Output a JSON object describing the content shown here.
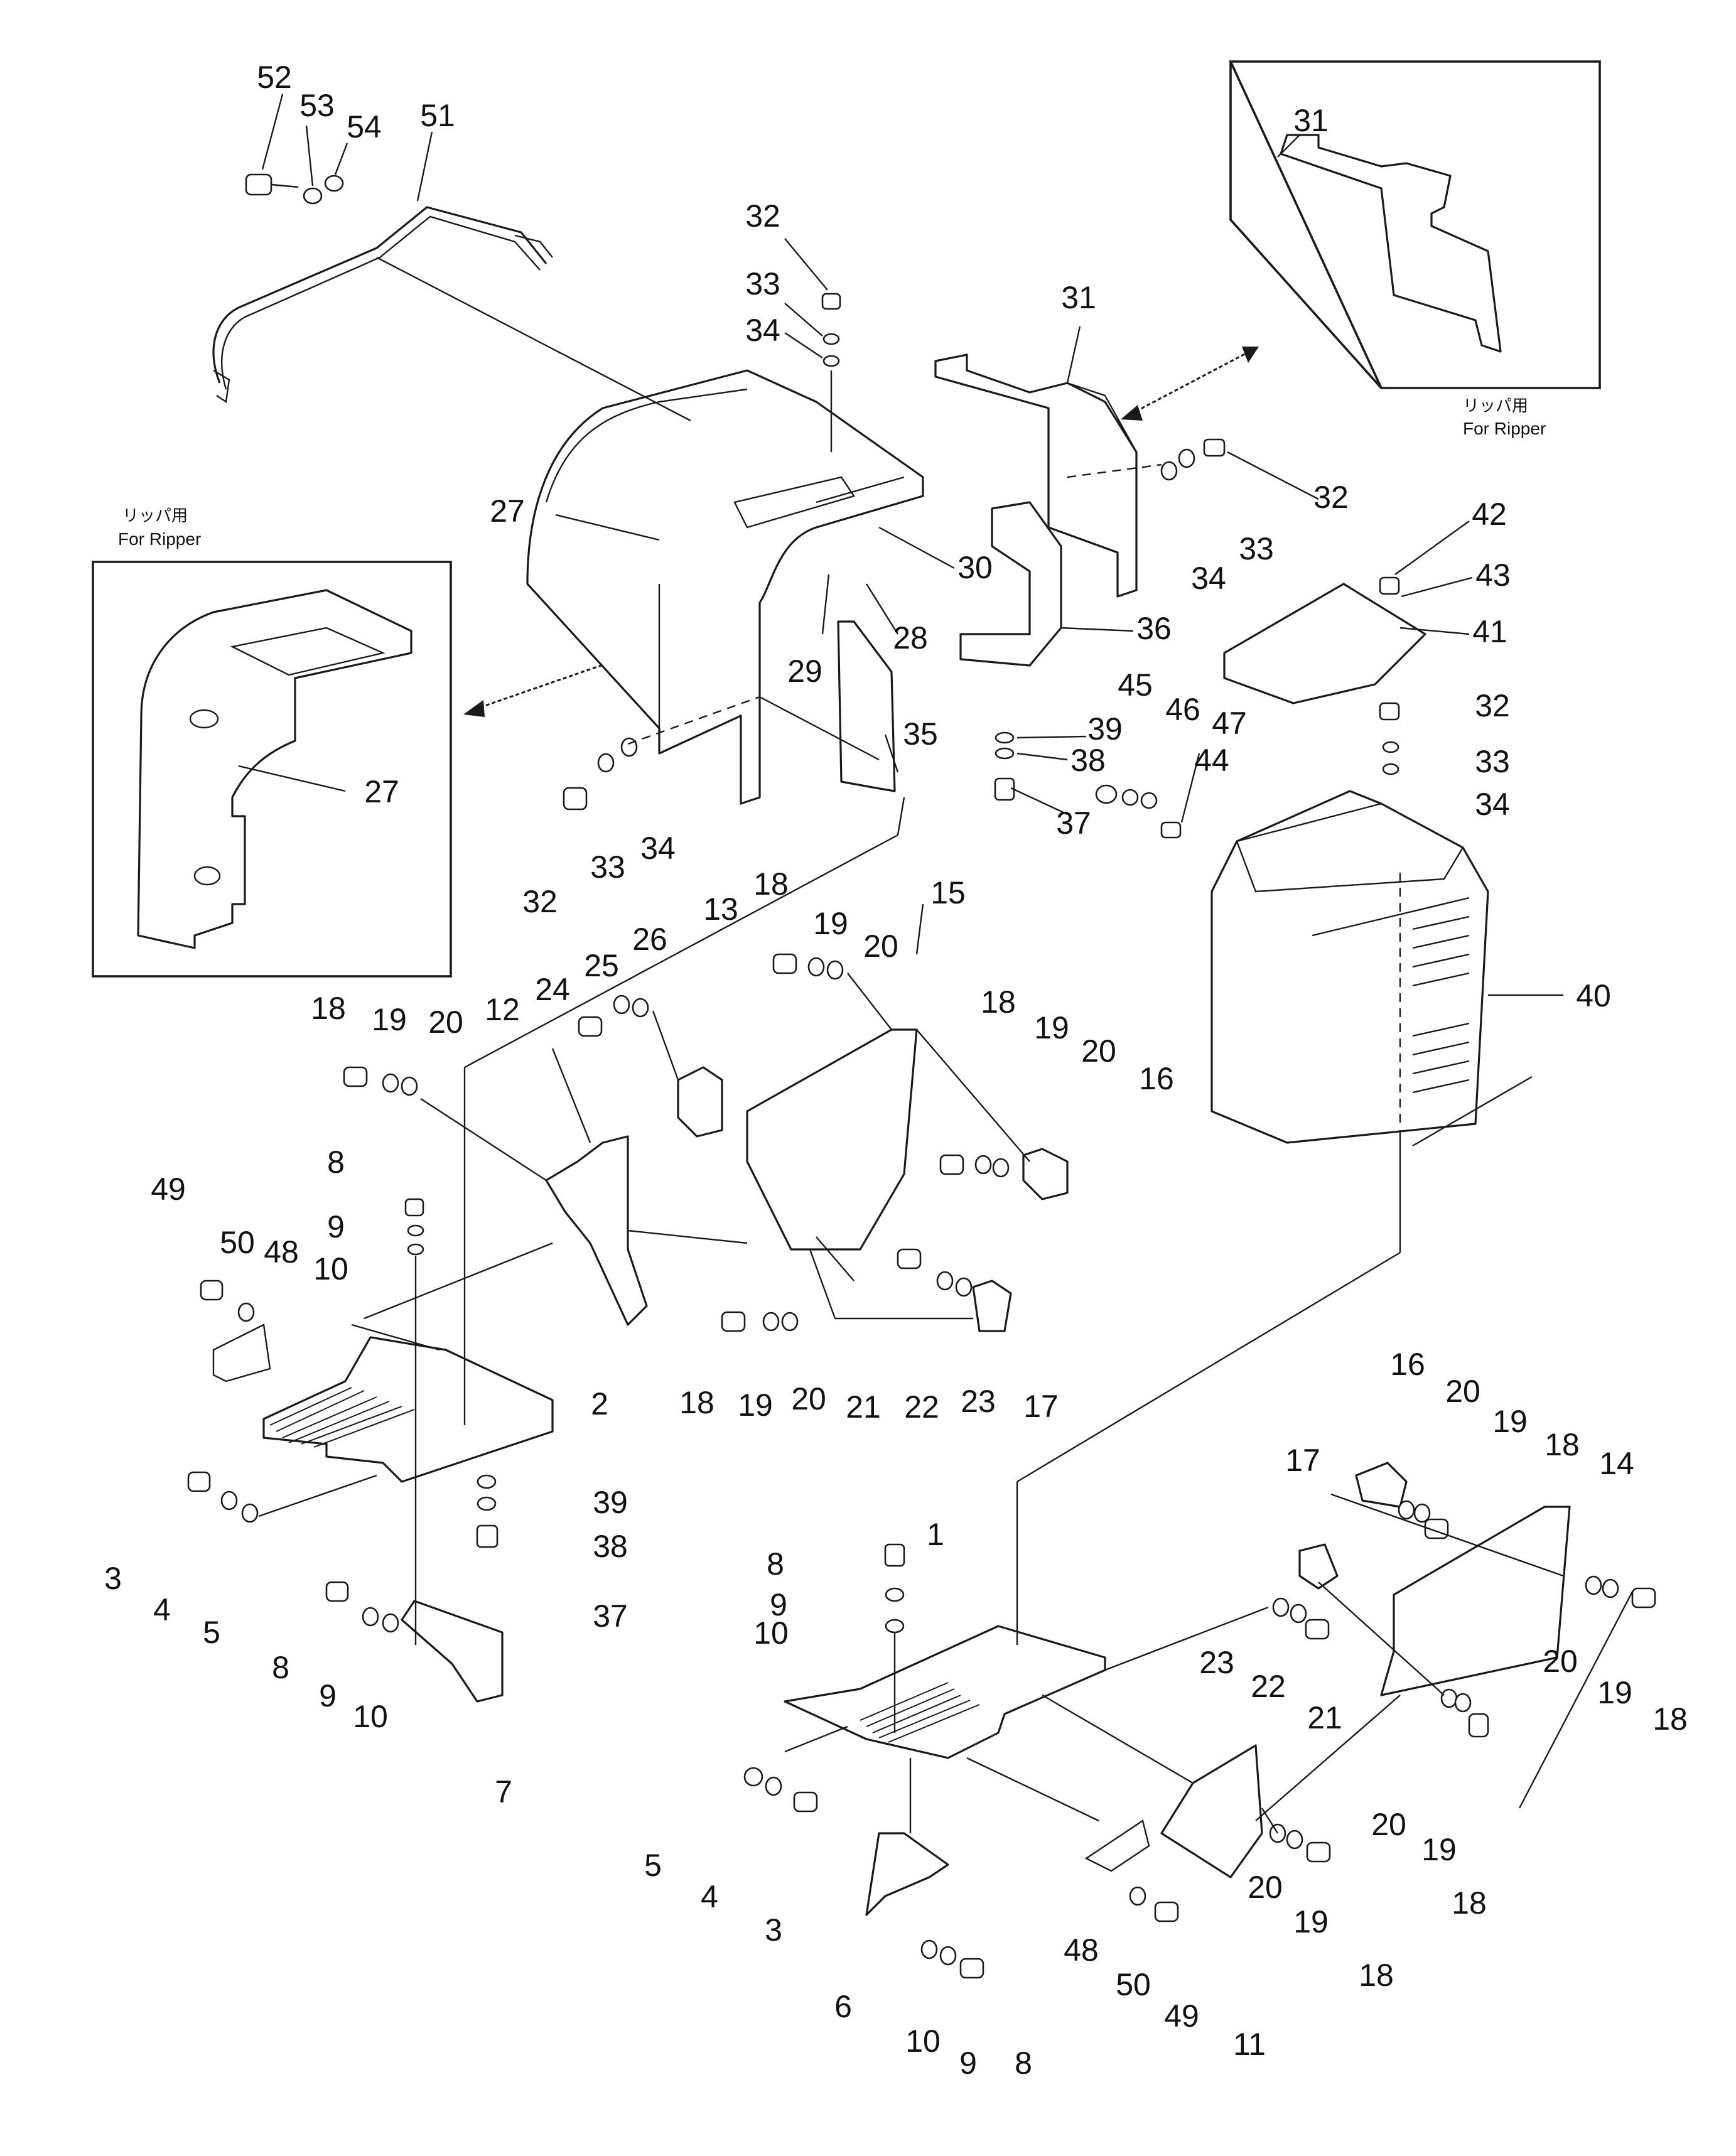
{
  "insets": [
    {
      "id": "ripper-inset-left",
      "caption_jp": "リッパ用",
      "caption_en": "For Ripper"
    },
    {
      "id": "ripper-inset-right",
      "caption_jp": "リッパ用",
      "caption_en": "For Ripper"
    }
  ],
  "callouts": {
    "c52": "52",
    "c53": "53",
    "c54": "54",
    "c51": "51",
    "c32a": "32",
    "c33a": "33",
    "c34a": "34",
    "c31inset": "31",
    "c31": "31",
    "c32b": "32",
    "c34b": "34",
    "c33b": "33",
    "c27": "27",
    "c30": "30",
    "c28": "28",
    "c29": "29",
    "c36": "36",
    "c42": "42",
    "c43": "43",
    "c41": "41",
    "c27inset": "27",
    "c32c": "32",
    "c33c": "33",
    "c34c": "34",
    "c35": "35",
    "c39a": "39",
    "c38a": "38",
    "c37a": "37",
    "c45": "45",
    "c46": "46",
    "c47": "47",
    "c44": "44",
    "c32d": "32",
    "c33d": "33",
    "c34d": "34",
    "c40": "40",
    "c18a": "18",
    "c19a": "19",
    "c20a": "20",
    "c12": "12",
    "c24": "24",
    "c25": "25",
    "c26": "26",
    "c13": "13",
    "c18b": "18",
    "c19b": "19",
    "c20b": "20",
    "c15": "15",
    "c18c": "18",
    "c19c": "19",
    "c20c": "20",
    "c16a": "16",
    "c8a": "8",
    "c9a": "9",
    "c10a": "10",
    "c49a": "49",
    "c50a": "50",
    "c48a": "48",
    "c18d": "18",
    "c19d": "19",
    "c20d": "20",
    "c21a": "21",
    "c22a": "22",
    "c23a": "23",
    "c17a": "17",
    "c2": "2",
    "c3a": "3",
    "c4a": "4",
    "c5a": "5",
    "c39b": "39",
    "c38b": "38",
    "c37b": "37",
    "c8b": "8",
    "c9b": "9",
    "c10b": "10",
    "c7": "7",
    "c16b": "16",
    "c20e": "20",
    "c19e": "19",
    "c18e": "18",
    "c14": "14",
    "c17b": "17",
    "c23b": "23",
    "c22b": "22",
    "c21b": "21",
    "c20f": "20",
    "c19f": "19",
    "c18f": "18",
    "c8c": "8",
    "c9c": "9",
    "c10c": "10",
    "c1": "1",
    "c5b": "5",
    "c4b": "4",
    "c3b": "3",
    "c20g": "20",
    "c19g": "19",
    "c18g": "18",
    "c20h": "20",
    "c19h": "19",
    "c18h": "18",
    "c6": "6",
    "c10d": "10",
    "c9d": "9",
    "c8d": "8",
    "c48b": "48",
    "c50b": "50",
    "c49b": "49",
    "c11": "11"
  }
}
